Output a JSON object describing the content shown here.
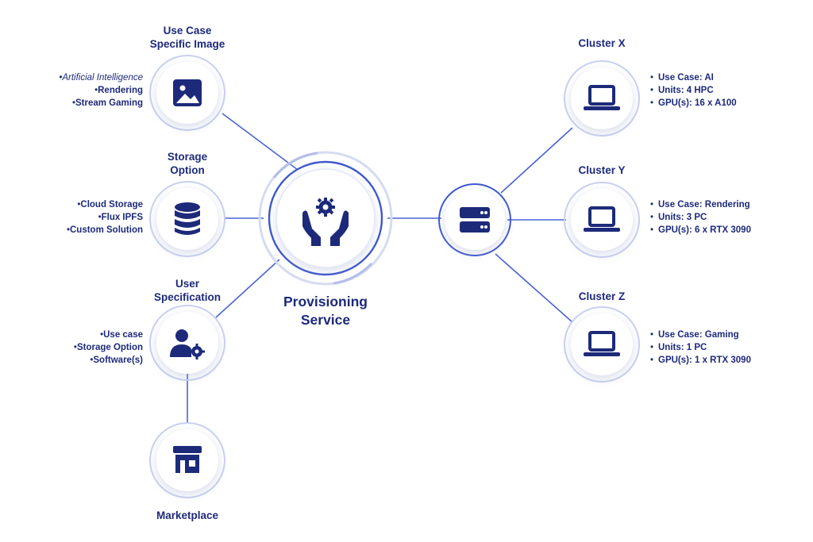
{
  "center": {
    "label": "Provisioning Service",
    "icon": "hands-gear-icon"
  },
  "router": {
    "icon": "server-icon"
  },
  "left_nodes": [
    {
      "title": "Use Case\nSpecific Image",
      "icon": "image-icon",
      "bullets": [
        "Artificial Intelligence",
        "Rendering",
        "Stream Gaming"
      ]
    },
    {
      "title": "Storage\nOption",
      "icon": "database-icon",
      "bullets": [
        "Cloud Storage",
        "Flux IPFS",
        "Custom Solution"
      ]
    },
    {
      "title": "User\nSpecification",
      "icon": "user-settings-icon",
      "bullets": [
        "Use case",
        "Storage Option",
        "Software(s)"
      ]
    }
  ],
  "marketplace": {
    "title": "Marketplace",
    "icon": "storefront-icon"
  },
  "clusters": [
    {
      "title": "Cluster X",
      "icon": "laptop-icon",
      "bullets": [
        "Use Case: AI",
        "Units: 4 HPC",
        "GPU(s): 16 x A100"
      ]
    },
    {
      "title": "Cluster Y",
      "icon": "laptop-icon",
      "bullets": [
        "Use Case: Rendering",
        "Units: 3 PC",
        "GPU(s): 6 x RTX 3090"
      ]
    },
    {
      "title": "Cluster Z",
      "icon": "laptop-icon",
      "bullets": [
        "Use Case: Gaming",
        "Units: 1 PC",
        "GPU(s): 1 x RTX 3090"
      ]
    }
  ],
  "colors": {
    "accent": "#1d2a7a",
    "line": "#4a63d4",
    "ring": "#c9d0f2"
  }
}
